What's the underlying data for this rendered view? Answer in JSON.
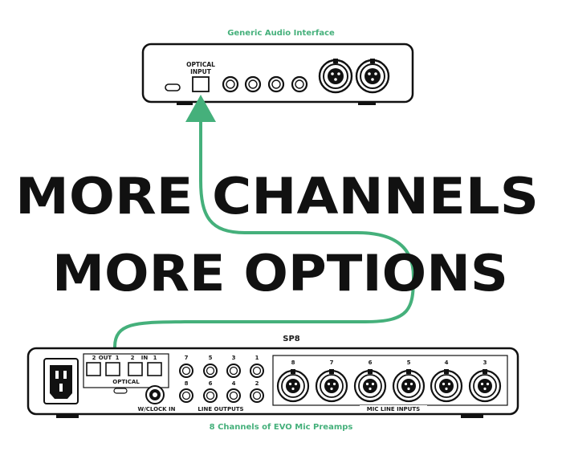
{
  "top_device": {
    "caption": "Generic Audio Interface",
    "optical_label_line1": "OPTICAL",
    "optical_label_line2": "INPUT"
  },
  "headline": {
    "line1": "MORE CHANNELS",
    "line2": "MORE OPTIONS"
  },
  "bottom_device": {
    "title": "SP8",
    "optical_numbers": [
      "2",
      "1",
      "2",
      "1"
    ],
    "out_label": "OUT",
    "in_label": "IN",
    "optical_label": "OPTICAL",
    "wclock_label": "W/CLOCK IN",
    "line_outputs_label": "LINE OUTPUTS",
    "line_numbers_top": [
      "7",
      "5",
      "3",
      "1"
    ],
    "line_numbers_bottom": [
      "8",
      "6",
      "4",
      "2"
    ],
    "mic_numbers": [
      "8",
      "7",
      "6",
      "5",
      "4",
      "3"
    ],
    "mic_label": "MIC LINE INPUTS",
    "caption": "8 Channels of EVO Mic Preamps"
  },
  "colors": {
    "accent": "#45b07b",
    "outline": "#111111"
  }
}
